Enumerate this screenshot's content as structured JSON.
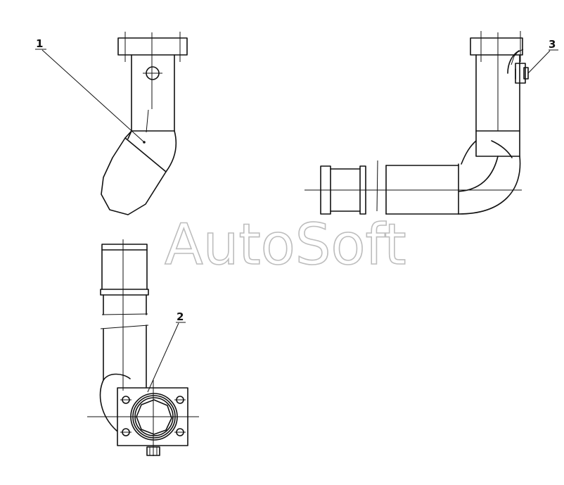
{
  "callouts": [
    {
      "number": "1"
    },
    {
      "number": "2"
    },
    {
      "number": "3"
    }
  ],
  "watermark": "AutoSoft",
  "colors": {
    "line": "#111111",
    "background": "#ffffff",
    "watermark_outline": "#bdbdbd"
  }
}
